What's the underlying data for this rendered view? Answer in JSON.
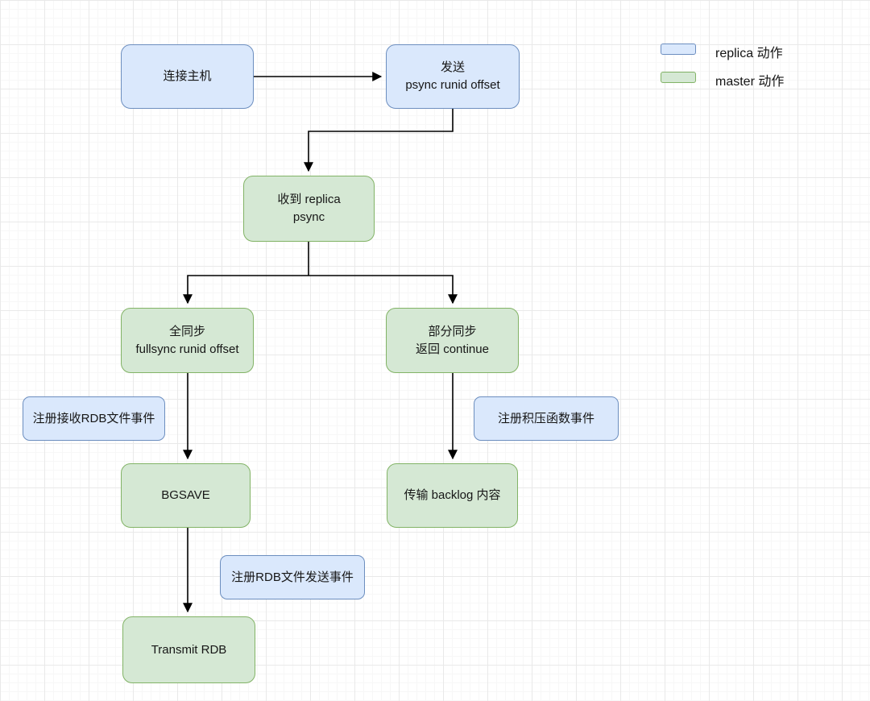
{
  "legend": {
    "items": [
      {
        "label": "replica 动作",
        "type": "replica"
      },
      {
        "label": "master 动作",
        "type": "master"
      }
    ]
  },
  "colors": {
    "replica_fill": "#dae8fc",
    "replica_border": "#6c8ebf",
    "master_fill": "#d5e8d4",
    "master_border": "#82b366",
    "arrow": "#000000"
  },
  "nodes": {
    "connect_host": {
      "line1": "连接主机",
      "line2": ""
    },
    "send_psync": {
      "line1": "发送",
      "line2": "psync runid offset"
    },
    "recv_psync": {
      "line1": "收到 replica",
      "line2": "psync"
    },
    "full_sync": {
      "line1": "全同步",
      "line2": "fullsync runid offset"
    },
    "partial_sync": {
      "line1": "部分同步",
      "line2": "返回 continue"
    },
    "register_rdb_receive": {
      "line1": "注册接收RDB文件事件"
    },
    "register_backlog": {
      "line1": "注册积压函数事件"
    },
    "bgsave": {
      "line1": "BGSAVE"
    },
    "transmit_backlog": {
      "line1": "传输 backlog 内容"
    },
    "register_rdb_send": {
      "line1": "注册RDB文件发送事件"
    },
    "transmit_rdb": {
      "line1": "Transmit RDB"
    }
  }
}
